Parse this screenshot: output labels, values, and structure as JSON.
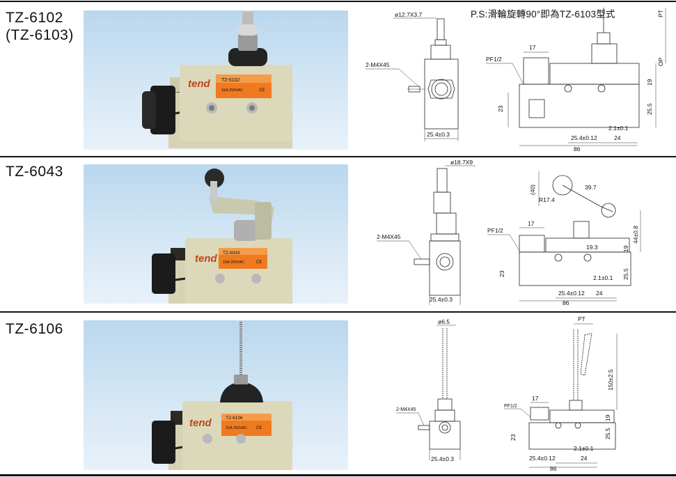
{
  "colors": {
    "text": "#111111",
    "sky_top": "#b9d7ee",
    "sky_bottom": "#e8f1f9",
    "body": "#ddd9bb",
    "label": "#f07a1e",
    "brand": "#c0441a"
  },
  "note": "P.S:滑輪旋轉90°即為TZ-6103型式",
  "rows": [
    {
      "model_lines": [
        "TZ-6102",
        "(TZ-6103)"
      ],
      "label": {
        "brand": "tend",
        "model": "TZ-6102",
        "rating": "15A 250VAC",
        "cert": "CE"
      },
      "front": {
        "top": "ø12.7X3.7",
        "screw": "2-M4X45",
        "width": "25.4±0.3"
      },
      "side": {
        "pf": "PF1/2",
        "w17": "17",
        "h23": "23",
        "h19": "19",
        "h255": "25.5",
        "d21": "2.1±0.1",
        "d254": "25.4±0.12",
        "d24": "24",
        "w86": "86",
        "pt": "PT",
        "op": "OP"
      }
    },
    {
      "model_lines": [
        "TZ-6043"
      ],
      "label": {
        "brand": "tend",
        "model": "TZ-6043",
        "rating": "15A 250VAC",
        "cert": "CE"
      },
      "front": {
        "top": "ø18.7X9",
        "screw": "2-M4X45",
        "width": "25.4±0.3"
      },
      "side": {
        "pf": "PF1/2",
        "w17": "17",
        "h23": "23",
        "h19": "19",
        "h255": "25.5",
        "d21": "2.1±0.1",
        "d254": "25.4±0.12",
        "d24": "24",
        "w86": "86",
        "r": "R17.4",
        "d397": "39.7",
        "d40": "(40)",
        "d193": "19.3",
        "d44": "44±0.8"
      }
    },
    {
      "model_lines": [
        "TZ-6106"
      ],
      "label": {
        "brand": "tend",
        "model": "TZ-6106",
        "rating": "15A 250VAC",
        "cert": "CE"
      },
      "front": {
        "top": "ø6.5",
        "screw": "2-M4X45",
        "width": "25.4±0.3"
      },
      "side": {
        "pf": "PF1/2",
        "w17": "17",
        "h23": "23",
        "h19": "19",
        "h255": "25.5",
        "d21": "2.1±0.1",
        "d254": "25.4±0.12",
        "d24": "24",
        "w86": "86",
        "pt": "PT",
        "d150": "150±2.5"
      }
    }
  ]
}
